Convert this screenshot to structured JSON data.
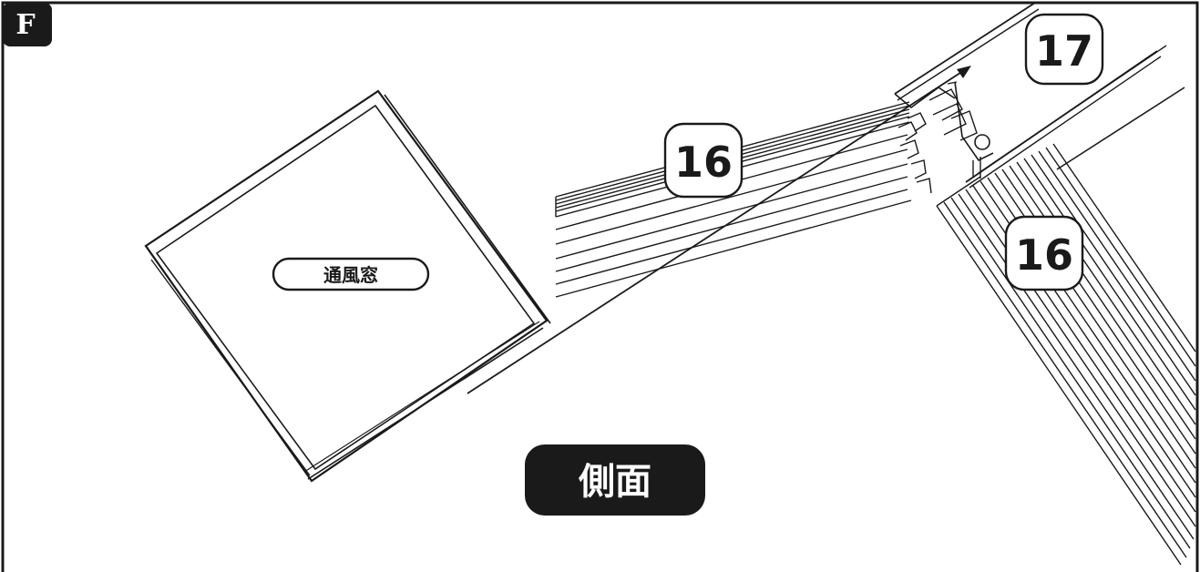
{
  "step": {
    "letter": "F"
  },
  "labels": {
    "window": "通風窓",
    "view": "側面",
    "part_17": "17",
    "part_16_top": "16",
    "part_16_right": "16"
  },
  "colors": {
    "ink": "#1a1a1a",
    "paper": "#ffffff",
    "badge_fill": "#1a1a1a",
    "badge_text": "#ffffff"
  }
}
